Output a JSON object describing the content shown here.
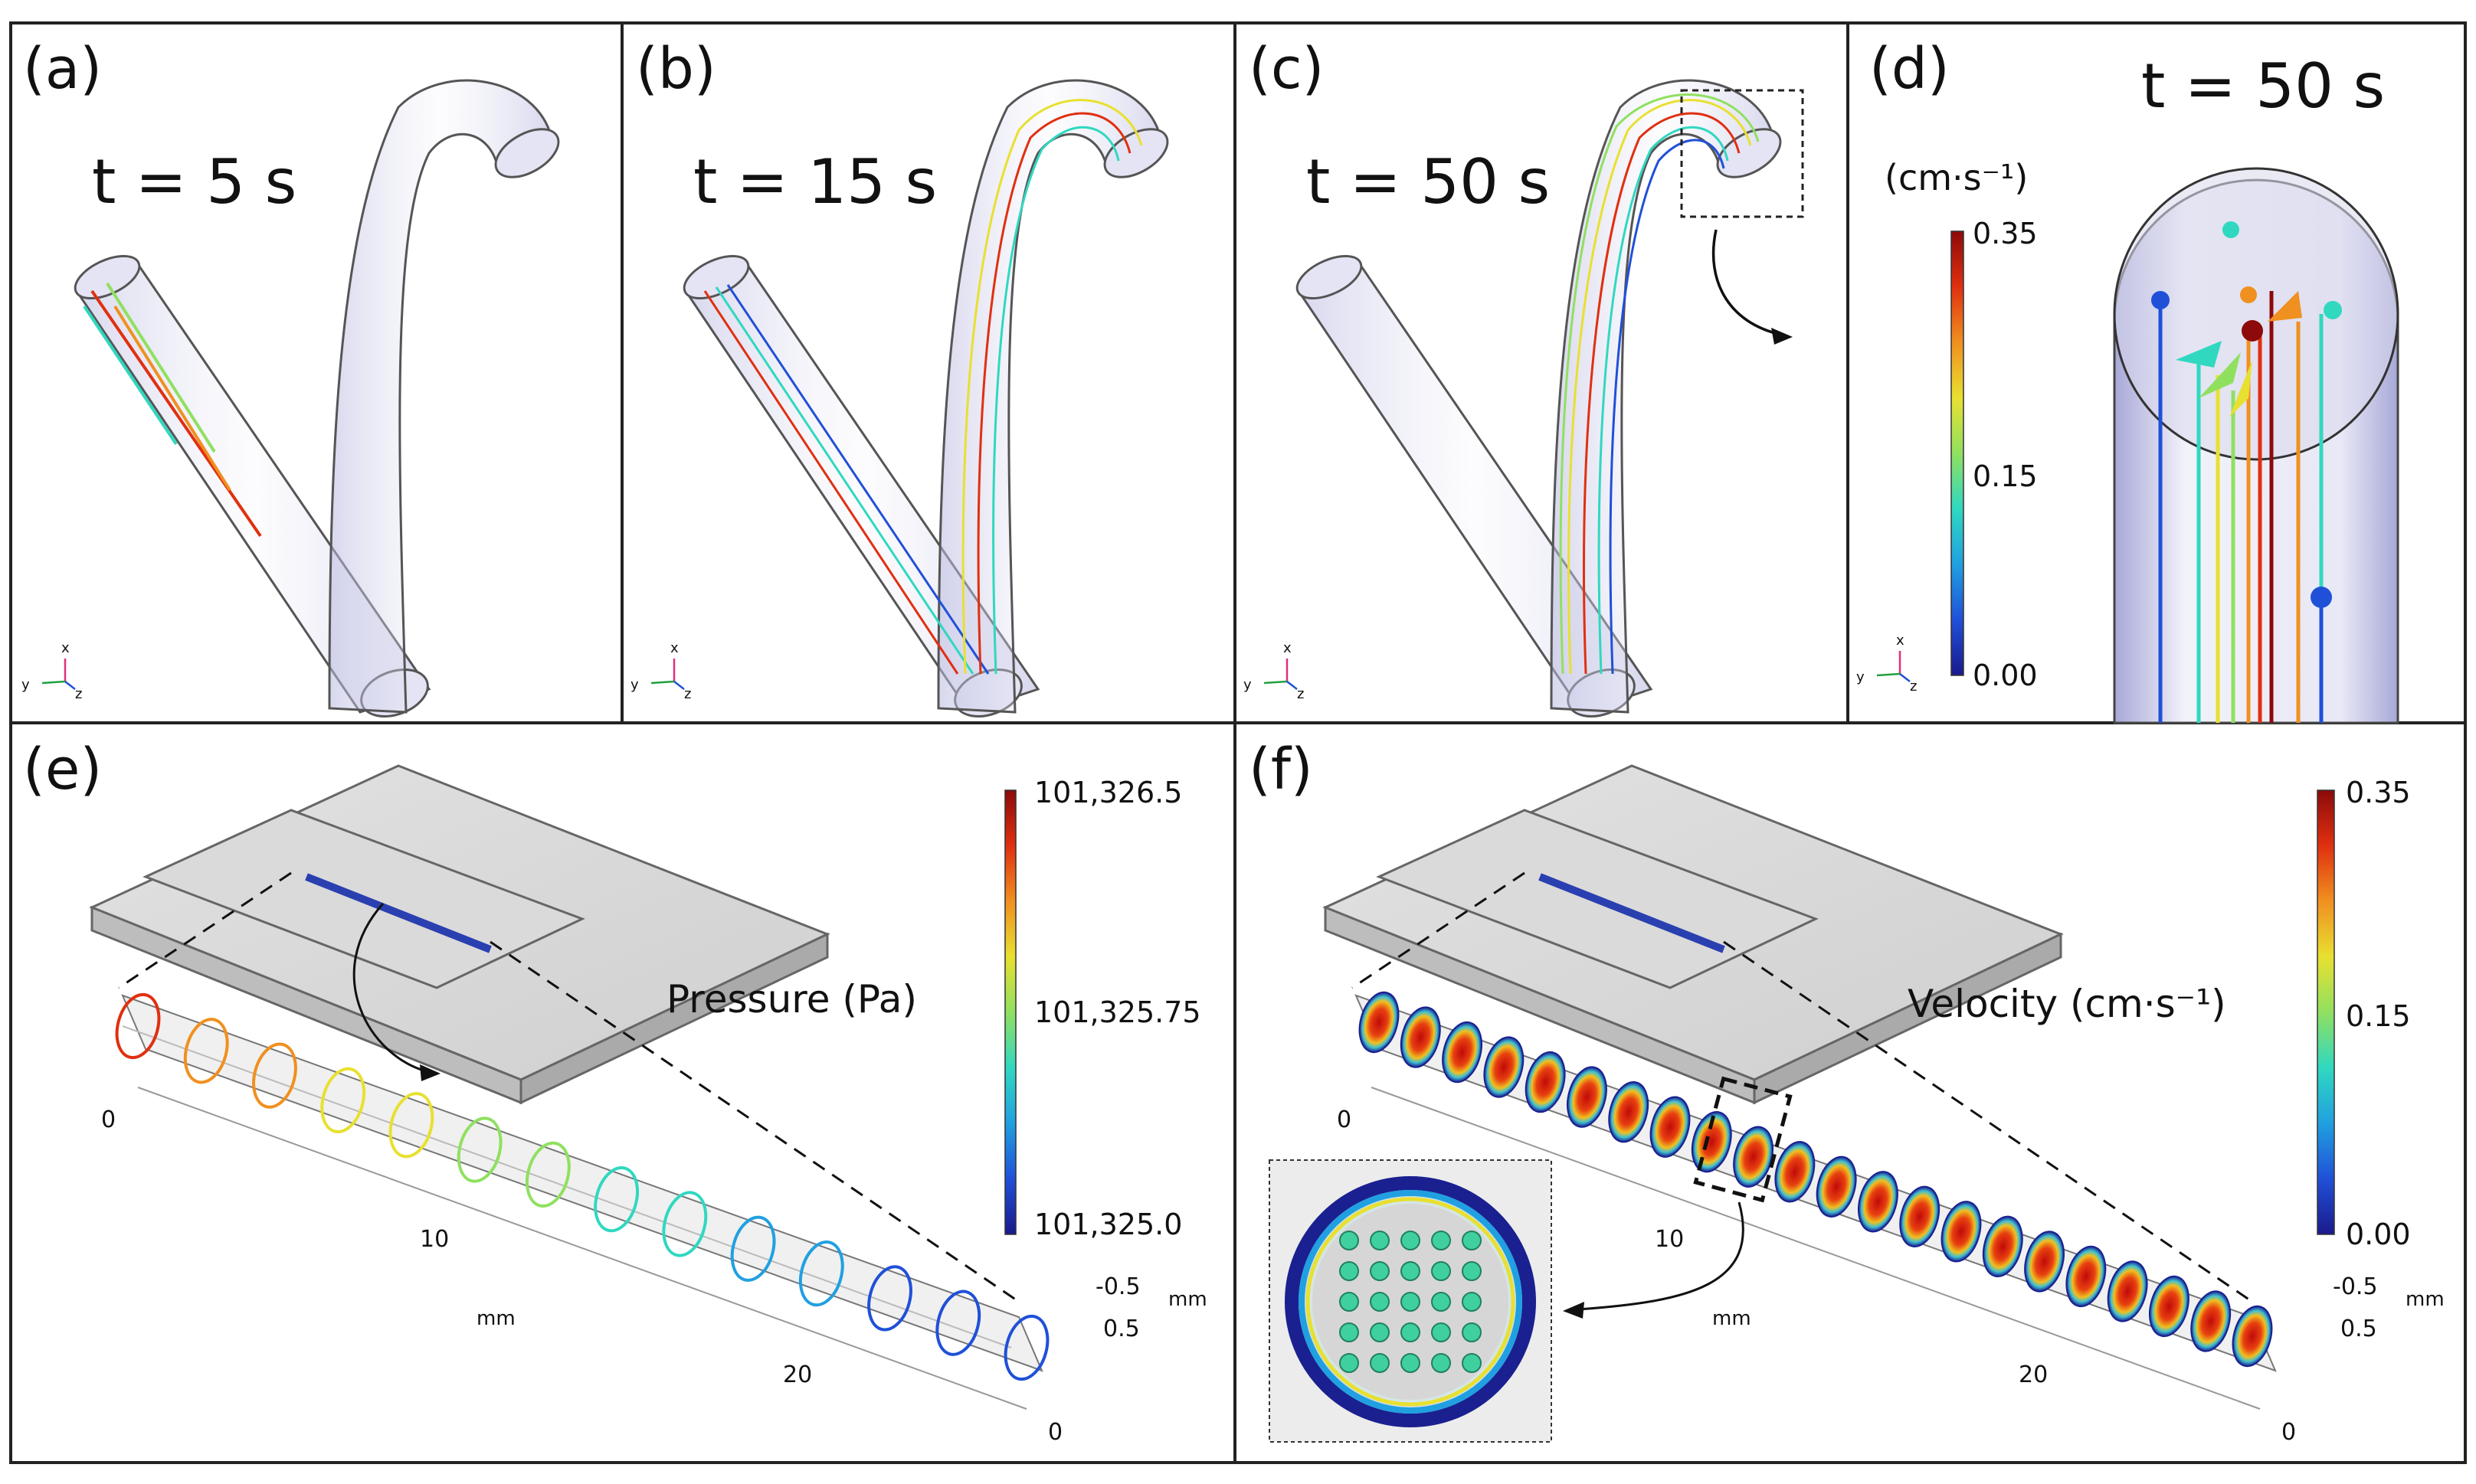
{
  "panels": {
    "a": {
      "letter": "(a)",
      "time": "t = 5 s"
    },
    "b": {
      "letter": "(b)",
      "time": "t = 15 s"
    },
    "c": {
      "letter": "(c)",
      "time": "t = 50 s"
    },
    "d": {
      "letter": "(d)",
      "time": "t = 50 s"
    },
    "e": {
      "letter": "(e)"
    },
    "f": {
      "letter": "(f)"
    }
  },
  "colorbars": {
    "d": {
      "unit": "(cm·s⁻¹)",
      "max": "0.35",
      "mid": "0.15",
      "min": "0.00"
    },
    "e": {
      "max": "101,326.5",
      "mid": "101,325.75",
      "min": "101,325.0"
    },
    "f": {
      "max": "0.35",
      "mid": "0.15",
      "min": "0.00"
    }
  },
  "titles": {
    "pressure": "Pressure (Pa)",
    "velocity": "Velocity (cm·s⁻¹)"
  },
  "axes": {
    "x": "x",
    "y": "y",
    "z": "z",
    "unit": "mm",
    "tick_0": "0",
    "tick_10": "10",
    "tick_20": "20",
    "tick_neg05": "-0.5",
    "tick_05": "0.5",
    "tick_0b": "0"
  },
  "colors": {
    "jet": [
      "#1a1a8c",
      "#2050d8",
      "#20a0e0",
      "#30d8c0",
      "#90e060",
      "#e8e030",
      "#f09020",
      "#e03010",
      "#8c0a0a"
    ],
    "frame": "#222222",
    "tube": "#c8c8e8"
  }
}
